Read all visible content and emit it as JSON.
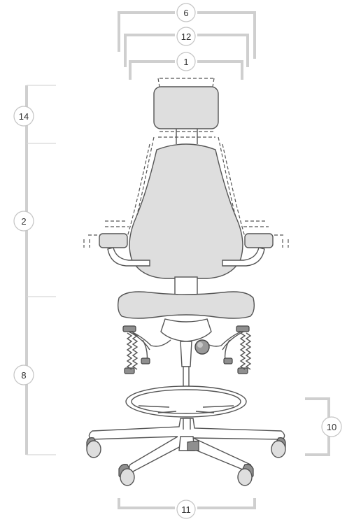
{
  "diagram": {
    "labels": {
      "top_width_outer": "6",
      "top_width_middle": "12",
      "top_width_inner": "1",
      "headrest_height": "14",
      "backrest_height": "2",
      "seat_height": "8",
      "footring_height": "10",
      "base_width": "11"
    },
    "colors": {
      "dimension_line": "#cfcfcf",
      "chair_fill": "#dedede",
      "chair_outline": "#555555",
      "mechanism_fill": "#8f8f8f"
    },
    "icons": [
      "adjustment-knob-icon",
      "caster-wheel-icon"
    ]
  }
}
